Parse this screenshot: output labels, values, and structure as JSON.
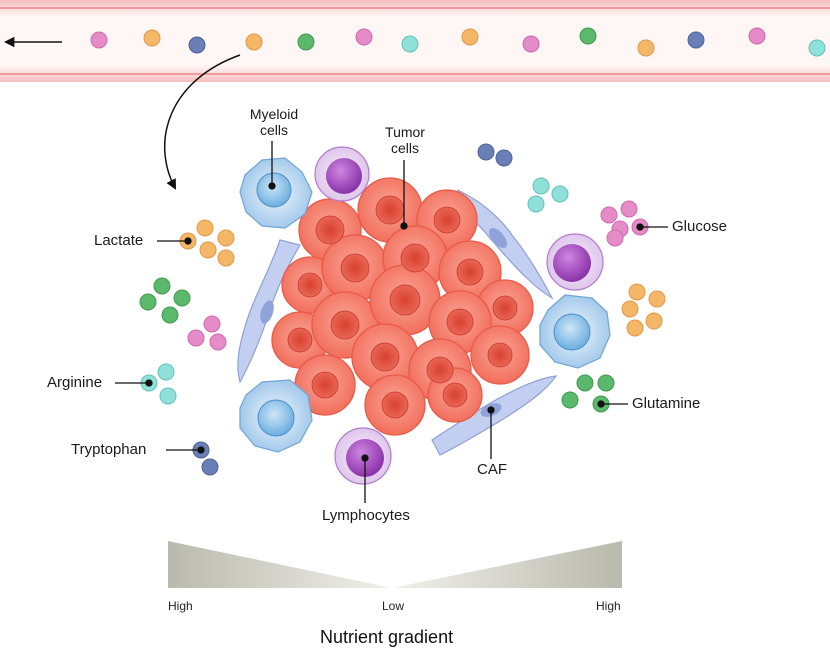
{
  "labels": {
    "myeloid": [
      "Myeloid",
      "cells"
    ],
    "tumor": [
      "Tumor",
      "cells"
    ],
    "lactate": "Lactate",
    "glucose": "Glucose",
    "arginine": "Arginine",
    "tryptophan": "Tryptophan",
    "glutamine": "Glutamine",
    "caf": "CAF",
    "lymphocytes": "Lymphocytes"
  },
  "gradient": {
    "left": "High",
    "center": "Low",
    "right": "High",
    "caption": "Nutrient gradient"
  },
  "colors": {
    "lactate": "#f4b768",
    "glucose": "#e58bc8",
    "arginine": "#8fe0d8",
    "tryptophan": "#6a7fb8",
    "glutamine": "#5cb86a",
    "tumor": "#f47d6a",
    "myeloid": "#a9cfee",
    "lymphocyte": "#a54fbf",
    "caf": "#b8c6ec",
    "vessel": "#f7c7c7"
  }
}
